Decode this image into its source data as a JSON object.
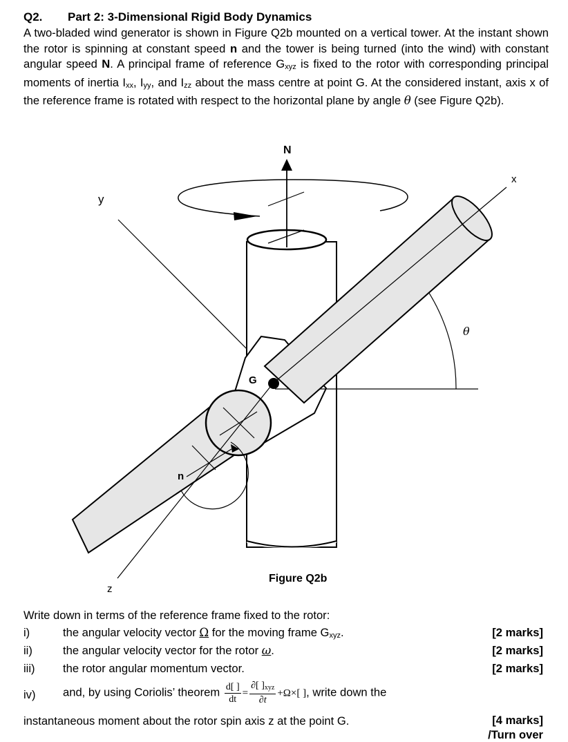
{
  "question": {
    "number": "Q2.",
    "title": "Part 2: 3-Dimensional Rigid Body Dynamics"
  },
  "intro": {
    "t1": "A two-bladed wind generator is shown in Figure Q2b mounted on a vertical tower. At the instant shown the rotor is spinning at constant speed ",
    "n": "n",
    "t2": " and the tower is being turned (into the wind) with constant angular speed ",
    "N": "N",
    "t3": ". A principal frame of reference G",
    "sub_xyz": "xyz",
    "t4": " is fixed to the rotor with corresponding principal moments of inertia I",
    "sub_xx": "xx",
    "t5": ", I",
    "sub_yy": "yy",
    "t6": ", and I",
    "sub_zz": "zz",
    "t7": " about the mass centre at point G. At the considered instant, axis x of the reference frame is rotated with respect to the horizontal plane by angle ",
    "theta": "θ",
    "t8": " (see Figure Q2b)."
  },
  "figure": {
    "label_N": "N",
    "label_x": "x",
    "label_y": "y",
    "label_z": "z",
    "label_G": "G",
    "label_n": "n",
    "label_theta": "θ",
    "caption": "Figure Q2b"
  },
  "questions": {
    "lead": "Write down in terms of the reference frame fixed to the rotor:",
    "items": [
      {
        "num": "i)",
        "pre": "the angular velocity vector ",
        "sym": "Ω",
        "post": " for the moving frame G",
        "sub": "xyz",
        "post2": ".",
        "marks": "[2 marks]"
      },
      {
        "num": "ii)",
        "pre": "the angular velocity vector for the rotor ",
        "sym": "ω",
        "post": ".",
        "marks": "[2 marks]"
      },
      {
        "num": "iii)",
        "pre": "the rotor angular momentum vector.",
        "marks": "[2 marks]"
      },
      {
        "num": "iv)",
        "pre": "and, by using Coriolis’ theorem ",
        "post": ", write down the",
        "marks": "[4 marks]"
      }
    ],
    "coriolis": {
      "lhs_num": "d[ ]",
      "lhs_den": "dt",
      "eq": "=",
      "rhs_num": "∂[ ]",
      "rhs_sub": "xyz",
      "rhs_den": "∂t",
      "tail": "+Ω×[ ]"
    },
    "tail": "instantaneous moment about the rotor spin axis z at the point G.",
    "turn_over": "/Turn over"
  }
}
